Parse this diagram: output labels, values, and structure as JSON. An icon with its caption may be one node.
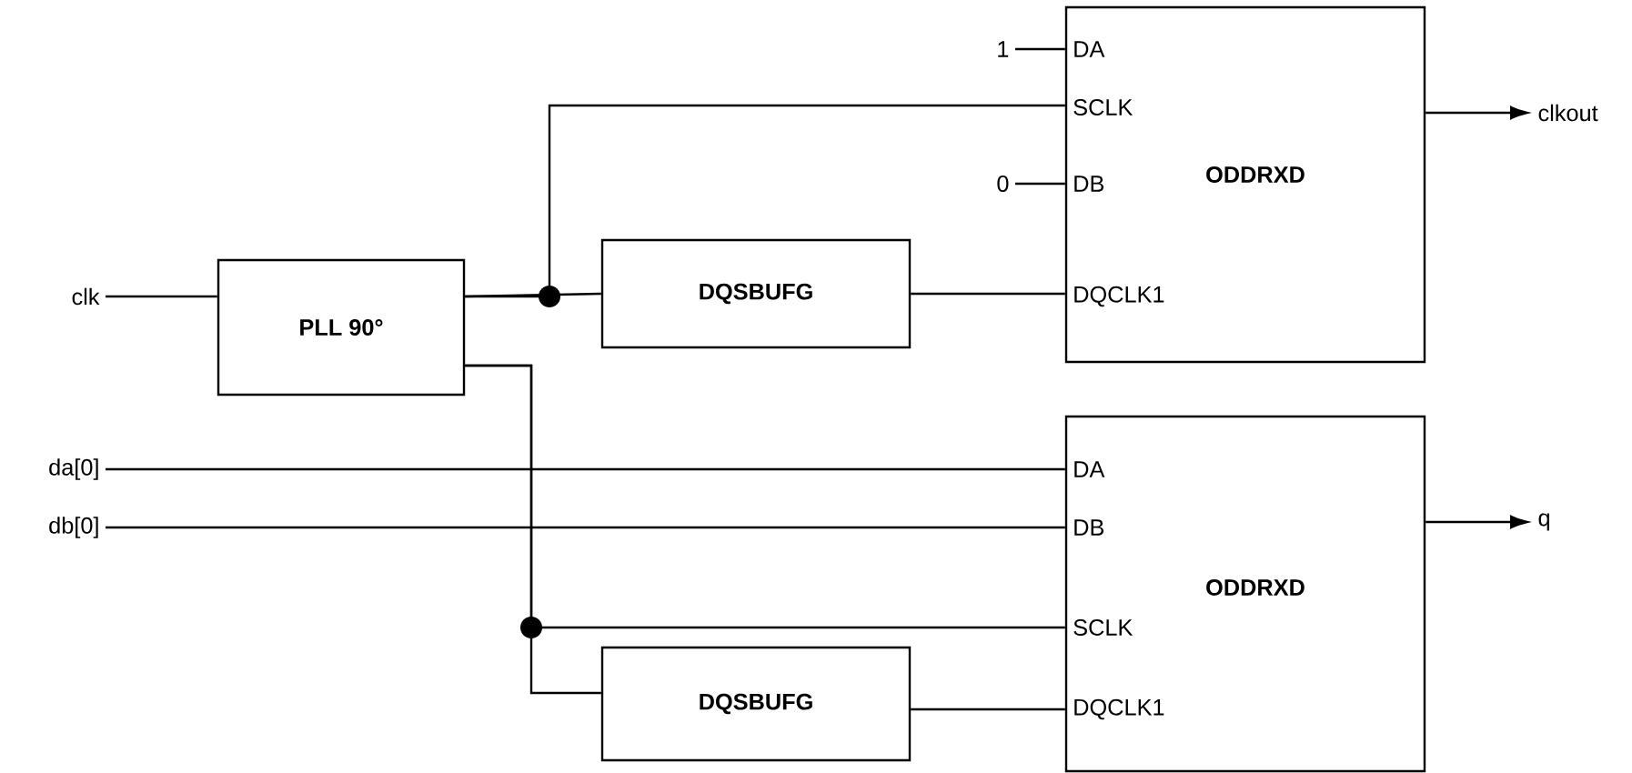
{
  "diagram": {
    "nodes": [
      {
        "text": [
          "1"
        ]
      },
      {
        "text": [
          "DA",
          "SCLK",
          "DB",
          "ODDRXD",
          "DQCLK1"
        ]
      },
      {
        "text": [
          "clkout"
        ]
      },
      {
        "text": [
          "0"
        ]
      },
      {
        "text": [
          "clk"
        ]
      },
      {
        "text": [
          "PLL 90°"
        ]
      },
      {
        "text": [
          "DQSBUFG"
        ]
      },
      {
        "text": [
          "da[0]"
        ]
      },
      {
        "text": [
          "db[0]"
        ]
      },
      {
        "text": [
          "DA",
          "DB",
          "ODDRXD",
          "SCLK",
          "DQCLK1"
        ]
      },
      {
        "text": [
          "q"
        ]
      },
      {
        "text": [
          "DQSBUFG"
        ]
      }
    ],
    "edges": [
      {
        "from": 0,
        "to": 1,
        "arrow": "none"
      },
      {
        "from": 3,
        "to": 1,
        "arrow": "none"
      },
      {
        "from": 4,
        "to": 5,
        "arrow": "none"
      },
      {
        "from": 5,
        "to": 1,
        "arrow": "none"
      },
      {
        "from": 5,
        "to": 6,
        "arrow": "none"
      },
      {
        "from": 6,
        "to": 1,
        "arrow": "none"
      },
      {
        "from": 1,
        "to": 2,
        "arrow": "to"
      },
      {
        "from": 7,
        "to": 9,
        "arrow": "none"
      },
      {
        "from": 8,
        "to": 9,
        "arrow": "none"
      },
      {
        "from": 5,
        "to": 9,
        "arrow": "none"
      },
      {
        "from": 5,
        "to": 11,
        "arrow": "none"
      },
      {
        "from": 11,
        "to": 9,
        "arrow": "none"
      },
      {
        "from": 9,
        "to": 10,
        "arrow": "to"
      }
    ]
  }
}
